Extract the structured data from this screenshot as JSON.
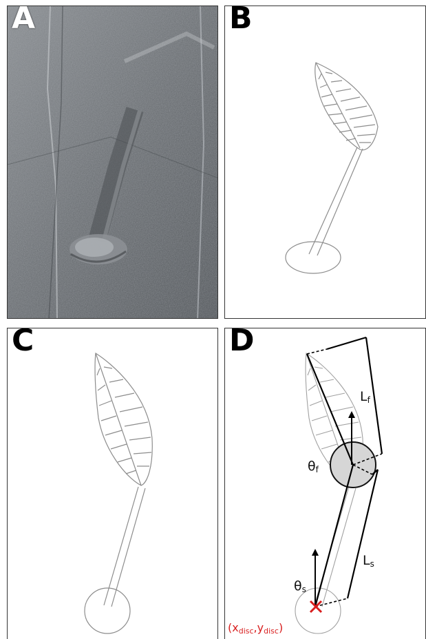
{
  "panels": [
    {
      "label": "A"
    },
    {
      "label": "B"
    },
    {
      "label": "C"
    },
    {
      "label": "D"
    }
  ],
  "annotations": {
    "frond_length": {
      "base": "L",
      "sub": "f"
    },
    "stem_length": {
      "base": "L",
      "sub": "s"
    },
    "frond_angle": {
      "base": "θ",
      "sub": "f"
    },
    "stem_angle": {
      "base": "θ",
      "sub": "s"
    },
    "disc_position": {
      "open": "(",
      "x": "x",
      "x_sub": "disc",
      "comma": ",",
      "y": "y",
      "y_sub": "disc",
      "close": ")"
    }
  },
  "colors": {
    "outline": "#8c8c8c",
    "border": "#333333",
    "marker": "#d81e1e",
    "angle_fill": "#d6d6d6",
    "photo_rock": "#6e7276"
  }
}
